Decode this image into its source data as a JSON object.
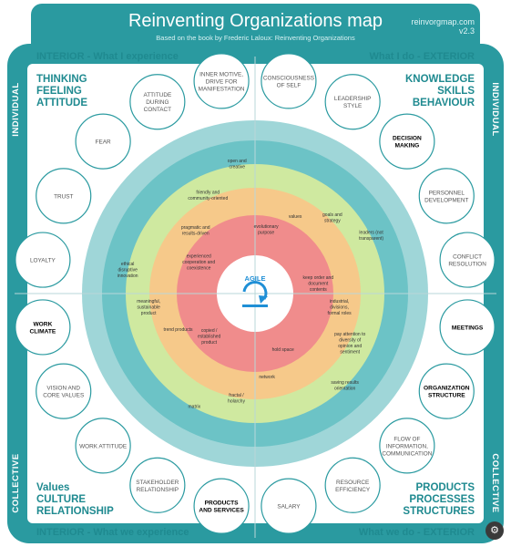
{
  "header": {
    "title": "Reinventing Organizations map",
    "subtitle": "Based on the book by Frederic Laloux: Reinventing Organizations",
    "site": "reinvorgmap.com",
    "version": "v2.3"
  },
  "quadrants": {
    "top_left": "INTERIOR - What I experience",
    "top_right": "What I do - EXTERIOR",
    "bottom_left": "INTERIOR - What we experience",
    "bottom_right": "What we do - EXTERIOR"
  },
  "corners": {
    "top_left": [
      "THINKING",
      "FEELING",
      "ATTITUDE"
    ],
    "top_right": [
      "KNOWLEDGE",
      "SKILLS",
      "BEHAVIOUR"
    ],
    "bottom_left": [
      "Values",
      "CULTURE",
      "RELATIONSHIP"
    ],
    "bottom_right": [
      "PRODUCTS",
      "PROCESSES",
      "STRUCTURES"
    ]
  },
  "sides": {
    "left_top": "INDIVIDUAL",
    "right_top": "INDIVIDUAL",
    "left_bottom": "COLLECTIVE",
    "right_bottom": "COLLECTIVE"
  },
  "center": {
    "label": "AGILE"
  },
  "topics": [
    {
      "lines": [
        "CONSCIOUSNESS",
        "OF SELF"
      ],
      "bold": false
    },
    {
      "lines": [
        "LEADERSHIP",
        "STYLE"
      ],
      "bold": false
    },
    {
      "lines": [
        "DECISION",
        "MAKING"
      ],
      "bold": true
    },
    {
      "lines": [
        "PERSONNEL",
        "DEVELOPMENT"
      ],
      "bold": false
    },
    {
      "lines": [
        "CONFLICT",
        "RESOLUTION"
      ],
      "bold": false
    },
    {
      "lines": [
        "MEETINGS"
      ],
      "bold": true
    },
    {
      "lines": [
        "ORGANIZATION",
        "STRUCTURE"
      ],
      "bold": true
    },
    {
      "lines": [
        "FLOW OF",
        "INFORMATION,",
        "COMMUNICATION"
      ],
      "bold": false
    },
    {
      "lines": [
        "RESOURCE",
        "EFFICIENCY"
      ],
      "bold": false
    },
    {
      "lines": [
        "SALARY"
      ],
      "bold": false
    },
    {
      "lines": [
        "PRODUCTS",
        "AND SERVICES"
      ],
      "bold": true
    },
    {
      "lines": [
        "STAKEHOLDER",
        "RELATIONSHIP"
      ],
      "bold": false
    },
    {
      "lines": [
        "WORK ATTITUDE"
      ],
      "bold": false
    },
    {
      "lines": [
        "VISION AND",
        "CORE VALUES"
      ],
      "bold": false
    },
    {
      "lines": [
        "WORK",
        "CLIMATE"
      ],
      "bold": true
    },
    {
      "lines": [
        "LOYALTY"
      ],
      "bold": false
    },
    {
      "lines": [
        "TRUST"
      ],
      "bold": false
    },
    {
      "lines": [
        "FEAR"
      ],
      "bold": false
    },
    {
      "lines": [
        "ATTITUDE",
        "DURING",
        "CONTACT"
      ],
      "bold": false
    },
    {
      "lines": [
        "INNER MOTIVE,",
        "DRIVE FOR",
        "MANIFESTATION"
      ],
      "bold": false
    }
  ],
  "ring_notes": [
    {
      "text": "evolutionary purpose"
    },
    {
      "text": "values"
    },
    {
      "text": "goals and strategy"
    },
    {
      "text": "leaders (not transparent)"
    },
    {
      "text": "keep order and document contents"
    },
    {
      "text": "industrial, divisions, formal roles"
    },
    {
      "text": "pay attention to diversity of opinion and sentiment"
    },
    {
      "text": "saving results orientation"
    },
    {
      "text": "hold space"
    },
    {
      "text": "network"
    },
    {
      "text": "fractal / holarchy"
    },
    {
      "text": "matrix"
    },
    {
      "text": "copied / established product"
    },
    {
      "text": "trend products"
    },
    {
      "text": "meaningful, sustainable product"
    },
    {
      "text": "ethical disruptive innovation"
    },
    {
      "text": "experienced cooperation and coexistence"
    },
    {
      "text": "pragmatic and results-driven"
    },
    {
      "text": "friendly and community-oriented"
    },
    {
      "text": "open and creative"
    }
  ],
  "colors": {
    "frame": "#2a9aa0",
    "ring_outer": "#9fd6d8",
    "ring_teal": "#6cc3c6",
    "ring_green": "#cfe9a0",
    "ring_orange": "#f6c98a",
    "ring_red": "#f08c8c",
    "center": "#ffffff",
    "agile": "#1f8fd6"
  }
}
